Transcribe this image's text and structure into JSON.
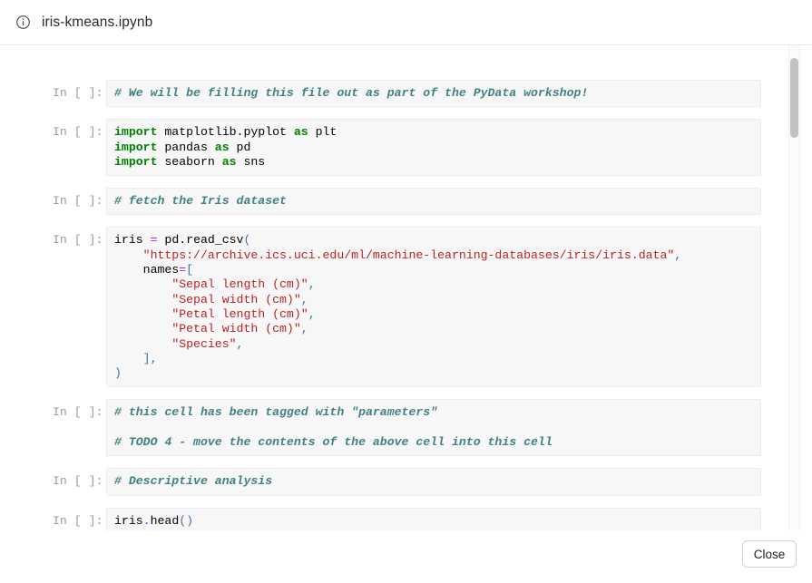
{
  "header": {
    "icon": "info-circle-icon",
    "title": "iris-kmeans.ipynb"
  },
  "notebook": {
    "prompt_label": "In [ ]:",
    "cells": [
      {
        "index": 0,
        "prompt": "In [ ]:",
        "source": "# We will be filling this file out as part of the PyData workshop!"
      },
      {
        "index": 1,
        "prompt": "In [ ]:",
        "source": "import matplotlib.pyplot as plt\nimport pandas as pd\nimport seaborn as sns"
      },
      {
        "index": 2,
        "prompt": "In [ ]:",
        "source": "# fetch the Iris dataset"
      },
      {
        "index": 3,
        "prompt": "In [ ]:",
        "source": "iris = pd.read_csv(\n    \"https://archive.ics.uci.edu/ml/machine-learning-databases/iris/iris.data\",\n    names=[\n        \"Sepal length (cm)\",\n        \"Sepal width (cm)\",\n        \"Petal length (cm)\",\n        \"Petal width (cm)\",\n        \"Species\",\n    ],\n)"
      },
      {
        "index": 4,
        "prompt": "In [ ]:",
        "source": "# this cell has been tagged with \"parameters\"\n\n# TODO 4 - move the contents of the above cell into this cell"
      },
      {
        "index": 5,
        "prompt": "In [ ]:",
        "source": "# Descriptive analysis"
      },
      {
        "index": 6,
        "prompt": "In [ ]:",
        "source": "iris.head()"
      }
    ]
  },
  "footer": {
    "close_label": "Close"
  },
  "colors": {
    "comment": "#418182",
    "keyword": "#008000",
    "string": "#bb2222",
    "operator": "#aa22ff",
    "punctuation": "#4070a0",
    "cell_background": "#f7f7f7",
    "prompt": "#999999",
    "scrollbar_thumb": "#c1c1c1"
  }
}
